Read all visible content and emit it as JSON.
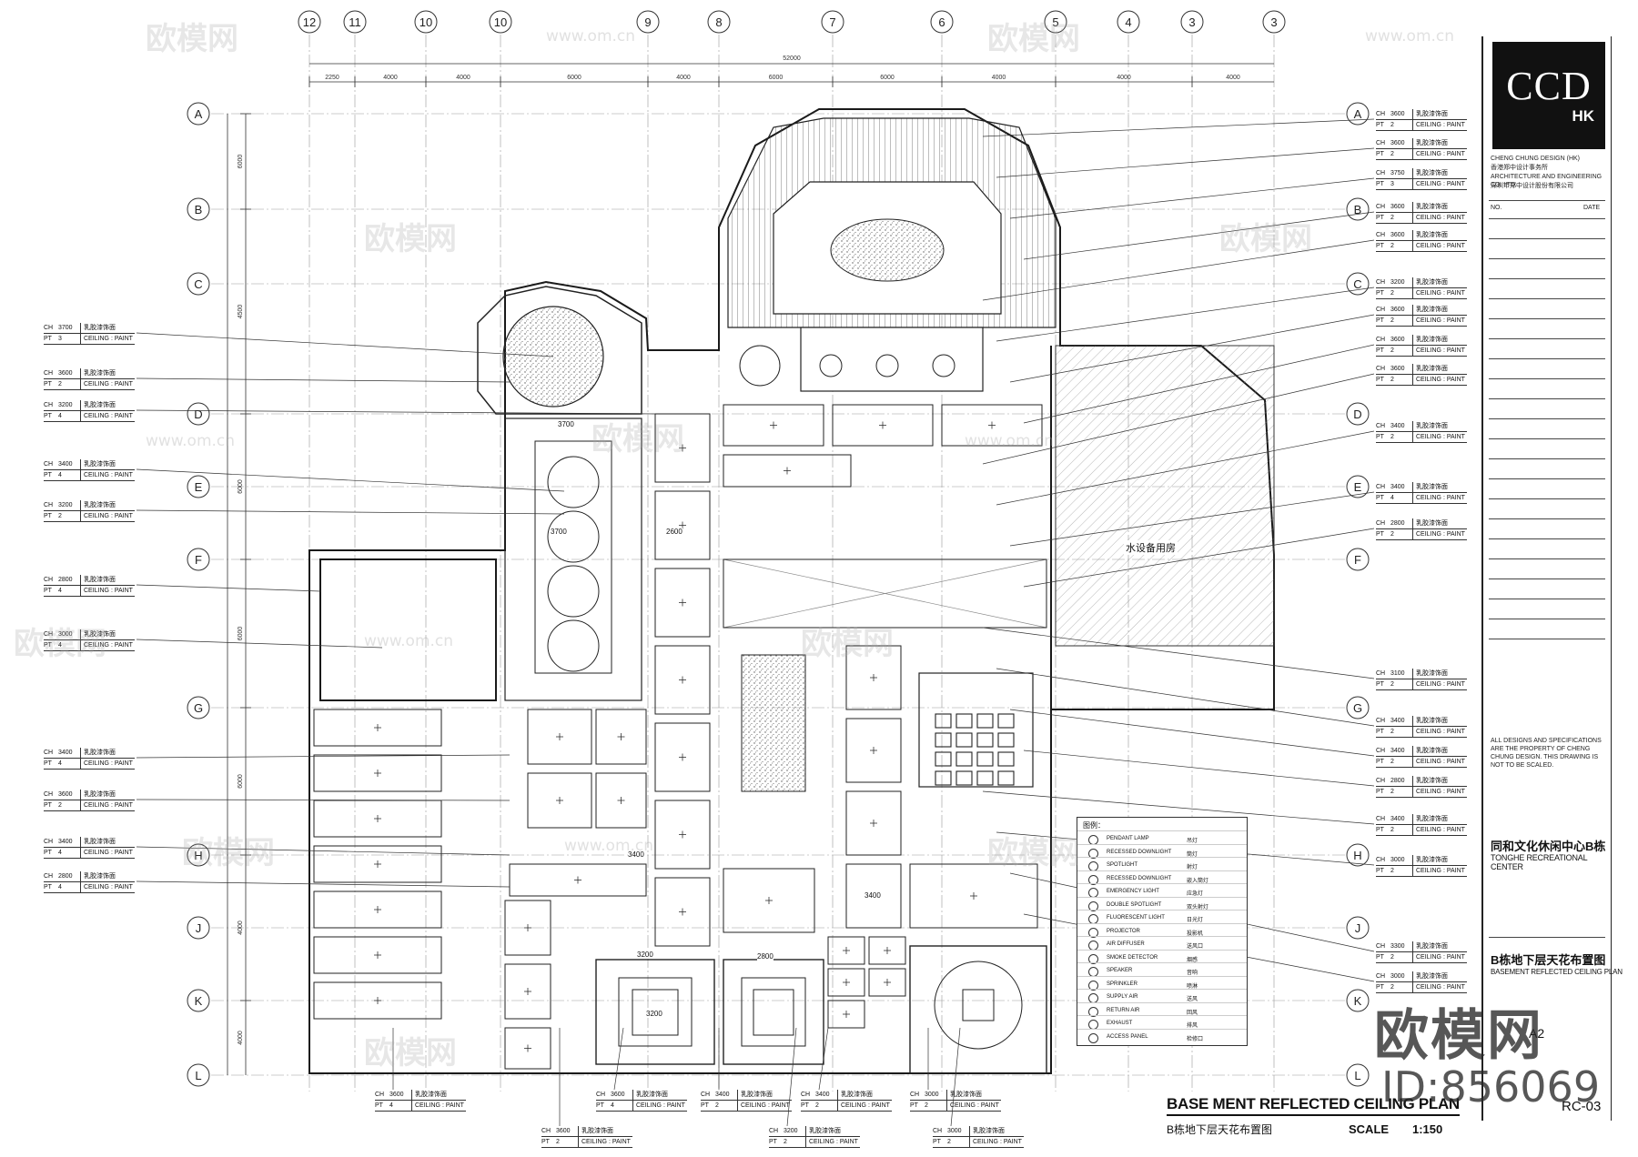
{
  "grid": {
    "columns": [
      "12",
      "11",
      "10",
      "10",
      "9",
      "8",
      "7",
      "6",
      "5",
      "4",
      "3",
      "3"
    ],
    "rows": [
      "A",
      "B",
      "C",
      "D",
      "E",
      "F",
      "G",
      "H",
      "J",
      "K",
      "L"
    ],
    "right_rows": [
      "A",
      "B",
      "C",
      "D",
      "E",
      "F",
      "G",
      "H",
      "J",
      "K",
      "L"
    ],
    "top_dims": [
      "2250",
      "4000",
      "4000",
      "6000",
      "4000",
      "6000",
      "6000",
      "4000",
      "4000",
      "4000"
    ],
    "left_dims": [
      "6000",
      "4500",
      "6000",
      "6000",
      "6000",
      "4000",
      "4000"
    ],
    "total_dim": "52000"
  },
  "left_tags": [
    {
      "cn": "乳胶漆饰面",
      "ch": "3700",
      "pt": "3",
      "desc": "CEILING : PAINT"
    },
    {
      "cn": "乳胶漆饰面",
      "ch": "3600",
      "pt": "2",
      "desc": "CEILING : PAINT"
    },
    {
      "cn": "乳胶漆饰面",
      "ch": "3200",
      "pt": "4",
      "desc": "CEILING : PAINT"
    },
    {
      "cn": "乳胶漆饰面",
      "ch": "3400",
      "pt": "4",
      "desc": "CEILING : PAINT"
    },
    {
      "cn": "乳胶漆饰面",
      "ch": "3200",
      "pt": "2",
      "desc": "CEILING : PAINT"
    },
    {
      "cn": "乳胶漆饰面",
      "ch": "2800",
      "pt": "4",
      "desc": "CEILING : PAINT"
    },
    {
      "cn": "乳胶漆饰面",
      "ch": "3000",
      "pt": "4",
      "desc": "CEILING : PAINT"
    },
    {
      "cn": "乳胶漆饰面",
      "ch": "3400",
      "pt": "4",
      "desc": "CEILING : PAINT"
    },
    {
      "cn": "乳胶漆饰面",
      "ch": "3600",
      "pt": "2",
      "desc": "CEILING : PAINT"
    },
    {
      "cn": "乳胶漆饰面",
      "ch": "3400",
      "pt": "4",
      "desc": "CEILING : PAINT"
    },
    {
      "cn": "乳胶漆饰面",
      "ch": "2800",
      "pt": "4",
      "desc": "CEILING : PAINT"
    }
  ],
  "right_tags": [
    {
      "cn": "乳胶漆饰面",
      "ch": "3600",
      "pt": "2",
      "desc": "CEILING : PAINT"
    },
    {
      "cn": "乳胶漆饰面",
      "ch": "3600",
      "pt": "2",
      "desc": "CEILING : PAINT"
    },
    {
      "cn": "乳胶漆饰面",
      "ch": "3750",
      "pt": "3",
      "desc": "CEILING : PAINT"
    },
    {
      "cn": "乳胶漆饰面",
      "ch": "3600",
      "pt": "2",
      "desc": "CEILING : PAINT"
    },
    {
      "cn": "乳胶漆饰面",
      "ch": "3600",
      "pt": "2",
      "desc": "CEILING : PAINT"
    },
    {
      "cn": "乳胶漆饰面",
      "ch": "3200",
      "pt": "2",
      "desc": "CEILING : PAINT"
    },
    {
      "cn": "乳胶漆饰面",
      "ch": "3600",
      "pt": "2",
      "desc": "CEILING : PAINT"
    },
    {
      "cn": "乳胶漆饰面",
      "ch": "3600",
      "pt": "2",
      "desc": "CEILING : PAINT"
    },
    {
      "cn": "乳胶漆饰面",
      "ch": "3600",
      "pt": "2",
      "desc": "CEILING : PAINT"
    },
    {
      "cn": "乳胶漆饰面",
      "ch": "3400",
      "pt": "2",
      "desc": "CEILING : PAINT"
    },
    {
      "cn": "乳胶漆饰面",
      "ch": "3400",
      "pt": "4",
      "desc": "CEILING : PAINT"
    },
    {
      "cn": "乳胶漆饰面",
      "ch": "2800",
      "pt": "2",
      "desc": "CEILING : PAINT"
    },
    {
      "cn": "乳胶漆饰面",
      "ch": "3100",
      "pt": "2",
      "desc": "CEILING : PAINT"
    },
    {
      "cn": "乳胶漆饰面",
      "ch": "3400",
      "pt": "2",
      "desc": "CEILING : PAINT"
    },
    {
      "cn": "乳胶漆饰面",
      "ch": "3400",
      "pt": "2",
      "desc": "CEILING : PAINT"
    },
    {
      "cn": "乳胶漆饰面",
      "ch": "2800",
      "pt": "2",
      "desc": "CEILING : PAINT"
    },
    {
      "cn": "乳胶漆饰面",
      "ch": "3400",
      "pt": "2",
      "desc": "CEILING : PAINT"
    },
    {
      "cn": "乳胶漆饰面",
      "ch": "3000",
      "pt": "2",
      "desc": "CEILING : PAINT"
    },
    {
      "cn": "乳胶漆饰面",
      "ch": "3300",
      "pt": "2",
      "desc": "CEILING : PAINT"
    },
    {
      "cn": "乳胶漆饰面",
      "ch": "3000",
      "pt": "2",
      "desc": "CEILING : PAINT"
    }
  ],
  "bottom_tags": [
    {
      "cn": "乳胶漆饰面",
      "ch": "3600",
      "pt": "4",
      "desc": "CEILING : PAINT"
    },
    {
      "cn": "乳胶漆饰面",
      "ch": "3600",
      "pt": "4",
      "desc": "CEILING : PAINT"
    },
    {
      "cn": "乳胶漆饰面",
      "ch": "3400",
      "pt": "2",
      "desc": "CEILING : PAINT"
    },
    {
      "cn": "乳胶漆饰面",
      "ch": "3400",
      "pt": "2",
      "desc": "CEILING : PAINT"
    },
    {
      "cn": "乳胶漆饰面",
      "ch": "3600",
      "pt": "2",
      "desc": "CEILING : PAINT"
    },
    {
      "cn": "乳胶漆饰面",
      "ch": "3200",
      "pt": "2",
      "desc": "CEILING : PAINT"
    },
    {
      "cn": "乳胶漆饰面",
      "ch": "3000",
      "pt": "2",
      "desc": "CEILING : PAINT"
    },
    {
      "cn": "乳胶漆饰面",
      "ch": "3000",
      "pt": "2",
      "desc": "CEILING : PAINT"
    }
  ],
  "room_heights": [
    "3700",
    "3700",
    "2600",
    "3400",
    "3200",
    "3400",
    "2800",
    "3200"
  ],
  "room_label": "水设备用房",
  "legend": {
    "title": "图例：",
    "items": [
      {
        "en": "PENDANT LAMP",
        "cn": "吊灯"
      },
      {
        "en": "RECESSED DOWNLIGHT",
        "cn": "筒灯"
      },
      {
        "en": "SPOTLIGHT",
        "cn": "射灯"
      },
      {
        "en": "RECESSED DOWNLIGHT",
        "cn": "嵌入筒灯"
      },
      {
        "en": "EMERGENCY LIGHT",
        "cn": "应急灯"
      },
      {
        "en": "DOUBLE SPOTLIGHT",
        "cn": "双头射灯"
      },
      {
        "en": "FLUORESCENT LIGHT",
        "cn": "日光灯"
      },
      {
        "en": "PROJECTOR",
        "cn": "投影机"
      },
      {
        "en": "AIR DIFFUSER",
        "cn": "送风口"
      },
      {
        "en": "SMOKE DETECTOR",
        "cn": "烟感"
      },
      {
        "en": "SPEAKER",
        "cn": "音响"
      },
      {
        "en": "SPRINKLER",
        "cn": "喷淋"
      },
      {
        "en": "SUPPLY AIR",
        "cn": "送风"
      },
      {
        "en": "RETURN AIR",
        "cn": "回风"
      },
      {
        "en": "EXHAUST",
        "cn": "排风"
      },
      {
        "en": "ACCESS PANEL",
        "cn": "检修口"
      }
    ]
  },
  "title_block": {
    "logo_main": "CCD",
    "logo_sub": "HK",
    "company_en": "CHENG CHUNG DESIGN (HK)",
    "company_cn_1": "香港郑中设计事务所",
    "company_en_2": "ARCHITECTURE AND ENGINEERING CO. LTD",
    "company_cn_2": "深圳市郑中设计股份有限公司",
    "no_label": "NO.",
    "date_label": "DATE",
    "disclaimer": "ALL DESIGNS AND SPECIFICATIONS ARE THE PROPERTY OF CHENG CHUNG DESIGN. THIS DRAWING IS NOT TO BE SCALED.",
    "project_cn": "同和文化休闲中心B栋",
    "project_en": "TONGHE RECREATIONAL CENTER",
    "drawing_cn": "B栋地下层天花布置图",
    "drawing_en": "BASEMENT REFLECTED CEILING PLAN",
    "sheet_size": "A2",
    "sheet_no": "RC-03"
  },
  "plan_title": {
    "en": "BASE MENT  REFLECTED CEILING PLAN",
    "cn": "B栋地下层天花布置图",
    "scale_label": "SCALE",
    "scale_value": "1:150"
  },
  "watermark": {
    "brand": "欧模网",
    "id": "ID:856069",
    "url": "www.om.cn"
  },
  "colors": {
    "line": "#1a1a1a",
    "hatch": "#666666",
    "paper": "#ffffff"
  }
}
